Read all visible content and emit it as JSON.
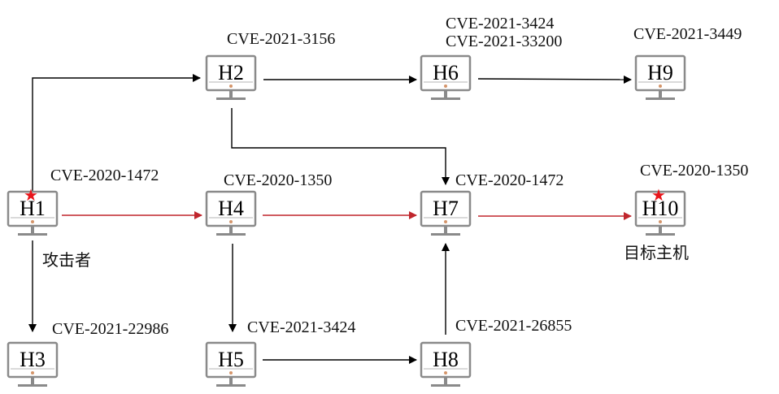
{
  "colors": {
    "normal_edge": "#000000",
    "attack_edge": "#c0262d",
    "star": "#e8151b",
    "monitor_stroke": "#8a8a8a",
    "monitor_inner": "#c4c4c4",
    "power_dot": "#d4956a"
  },
  "hosts": [
    {
      "id": "H1",
      "label": "H1",
      "star": true
    },
    {
      "id": "H2",
      "label": "H2",
      "star": false
    },
    {
      "id": "H3",
      "label": "H3",
      "star": false
    },
    {
      "id": "H4",
      "label": "H4",
      "star": false
    },
    {
      "id": "H5",
      "label": "H5",
      "star": false
    },
    {
      "id": "H6",
      "label": "H6",
      "star": false
    },
    {
      "id": "H7",
      "label": "H7",
      "star": false
    },
    {
      "id": "H8",
      "label": "H8",
      "star": false
    },
    {
      "id": "H9",
      "label": "H9",
      "star": false
    },
    {
      "id": "H10",
      "label": "H10",
      "star": true
    }
  ],
  "vulnerabilities": {
    "H1": [
      "CVE-2020-1472"
    ],
    "H2": [
      "CVE-2021-3156"
    ],
    "H3": [
      "CVE-2021-22986"
    ],
    "H4": [
      "CVE-2020-1350"
    ],
    "H5": [
      "CVE-2021-3424"
    ],
    "H6": [
      "CVE-2021-3424",
      "CVE-2021-33200"
    ],
    "H7": [
      "CVE-2020-1472"
    ],
    "H8": [
      "CVE-2021-26855"
    ],
    "H9": [
      "CVE-2021-3449"
    ],
    "H10": [
      "CVE-2020-1350"
    ]
  },
  "role_labels": {
    "attacker": "攻击者",
    "target": "目标主机"
  },
  "edges": [
    {
      "from": "H1",
      "to": "H2",
      "attack_path": false
    },
    {
      "from": "H1",
      "to": "H3",
      "attack_path": false
    },
    {
      "from": "H1",
      "to": "H4",
      "attack_path": true
    },
    {
      "from": "H2",
      "to": "H6",
      "attack_path": false
    },
    {
      "from": "H2",
      "to": "H7",
      "attack_path": false
    },
    {
      "from": "H6",
      "to": "H9",
      "attack_path": false
    },
    {
      "from": "H4",
      "to": "H7",
      "attack_path": true
    },
    {
      "from": "H4",
      "to": "H5",
      "attack_path": false
    },
    {
      "from": "H5",
      "to": "H8",
      "attack_path": false
    },
    {
      "from": "H8",
      "to": "H7",
      "attack_path": false
    },
    {
      "from": "H7",
      "to": "H10",
      "attack_path": true
    }
  ]
}
